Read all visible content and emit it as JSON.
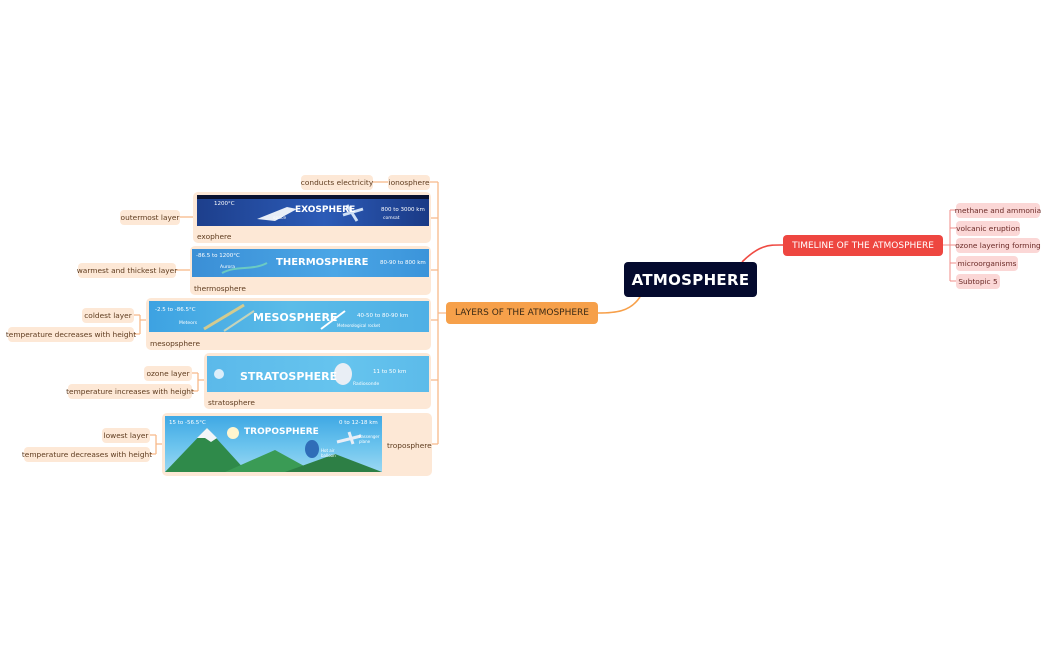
{
  "root": {
    "label": "ATMOSPHERE"
  },
  "layers_topic": {
    "label": "LAYERS OF THE ATMOSPHERE"
  },
  "timeline_topic": {
    "label": "TIMELINE OF THE ATMOSPHERE"
  },
  "timeline_items": [
    "methane and ammonia",
    "volcanic eruption",
    "ozone layering forming",
    "microorganisms",
    "Subtopic 5"
  ],
  "ionosphere": {
    "label": "ionosphere",
    "note": "conducts electricity"
  },
  "exosphere": {
    "label": "exophere",
    "note": "outermost layer",
    "banner": {
      "title": "EXOSPHERE",
      "temp": "1200°C",
      "range": "800 to 3000 km",
      "tag1": "space",
      "tag2": "comsat"
    }
  },
  "thermosphere": {
    "label": "thermosphere",
    "note": "warmest and thickest layer",
    "banner": {
      "title": "THERMOSPHERE",
      "temp": "-86.5 to 1200°C",
      "range": "80-90 to 800 km",
      "tag1": "Aurora"
    }
  },
  "mesosphere": {
    "label": "mesopsphere",
    "notes": [
      "coldest layer",
      "temperature decreases with height"
    ],
    "banner": {
      "title": "MESOSPHERE",
      "temp": "-2.5 to -86.5°C",
      "range": "40-50 to 80-90 km",
      "tag1": "Meteors",
      "tag2": "Meteorological rocket"
    }
  },
  "stratosphere": {
    "label": "stratosphere",
    "notes": [
      "ozone layer",
      "temperature increases with height"
    ],
    "banner": {
      "title": "STRATOSPHERE",
      "range": "11 to 50 km",
      "tag1": "Radiosonde"
    }
  },
  "troposphere": {
    "label": "troposphere",
    "notes": [
      "lowest layer",
      "temperature decreases with height"
    ],
    "banner": {
      "title": "TROPOSPHERE",
      "temp": "15 to -56.5°C",
      "range": "0 to 12-18 km",
      "tag1": "Passenger plane",
      "tag2": "Hot air balloon"
    }
  },
  "colors": {
    "root": "#040a2e",
    "orange": "#f6a04a",
    "red": "#ee4640",
    "pill_orange": "#fde8d6",
    "pill_red": "#fbd7d6",
    "sky": "#5bbce8",
    "space": "#1d3f8c"
  }
}
